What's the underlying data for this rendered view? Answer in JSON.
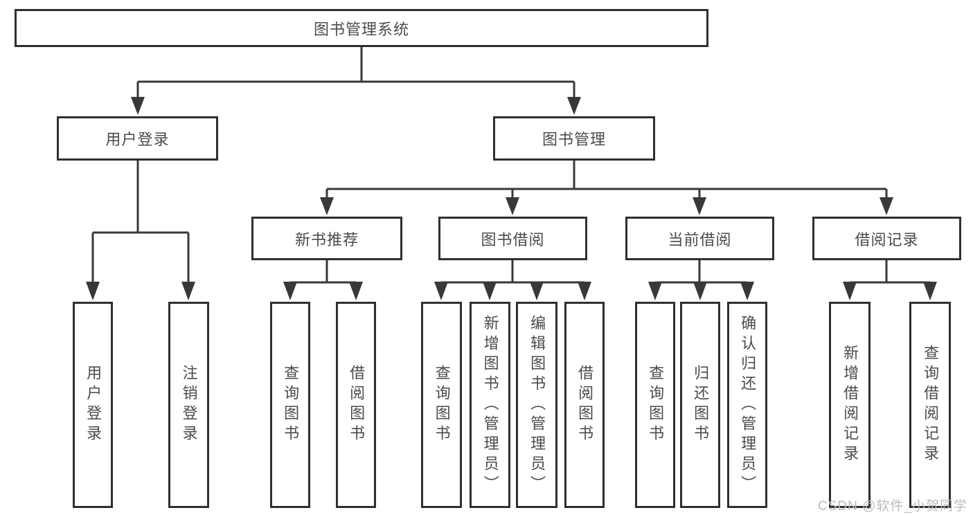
{
  "tree": {
    "label": "图书管理系统",
    "children": [
      {
        "label": "用户登录",
        "children": [
          {
            "label": "用户登录"
          },
          {
            "label": "注销登录"
          }
        ]
      },
      {
        "label": "图书管理",
        "children": [
          {
            "label": "新书推荐",
            "children": [
              {
                "label": "查询图书"
              },
              {
                "label": "借阅图书"
              }
            ]
          },
          {
            "label": "图书借阅",
            "children": [
              {
                "label": "查询图书"
              },
              {
                "label": "新增图书（管理员）"
              },
              {
                "label": "编辑图书（管理员）"
              },
              {
                "label": "借阅图书"
              }
            ]
          },
          {
            "label": "当前借阅",
            "children": [
              {
                "label": "查询图书"
              },
              {
                "label": "归还图书"
              },
              {
                "label": "确认归还（管理员）"
              }
            ]
          },
          {
            "label": "借阅记录",
            "children": [
              {
                "label": "新增借阅记录"
              },
              {
                "label": "查询借阅记录"
              }
            ]
          }
        ]
      }
    ]
  },
  "watermark": "CSDN @软件_小贺同学",
  "colors": {
    "line": "#383838",
    "box_border": "#2f2f2f",
    "text": "#4a4a4a",
    "background": "#ffffff",
    "watermark": "#bcbcbc"
  }
}
